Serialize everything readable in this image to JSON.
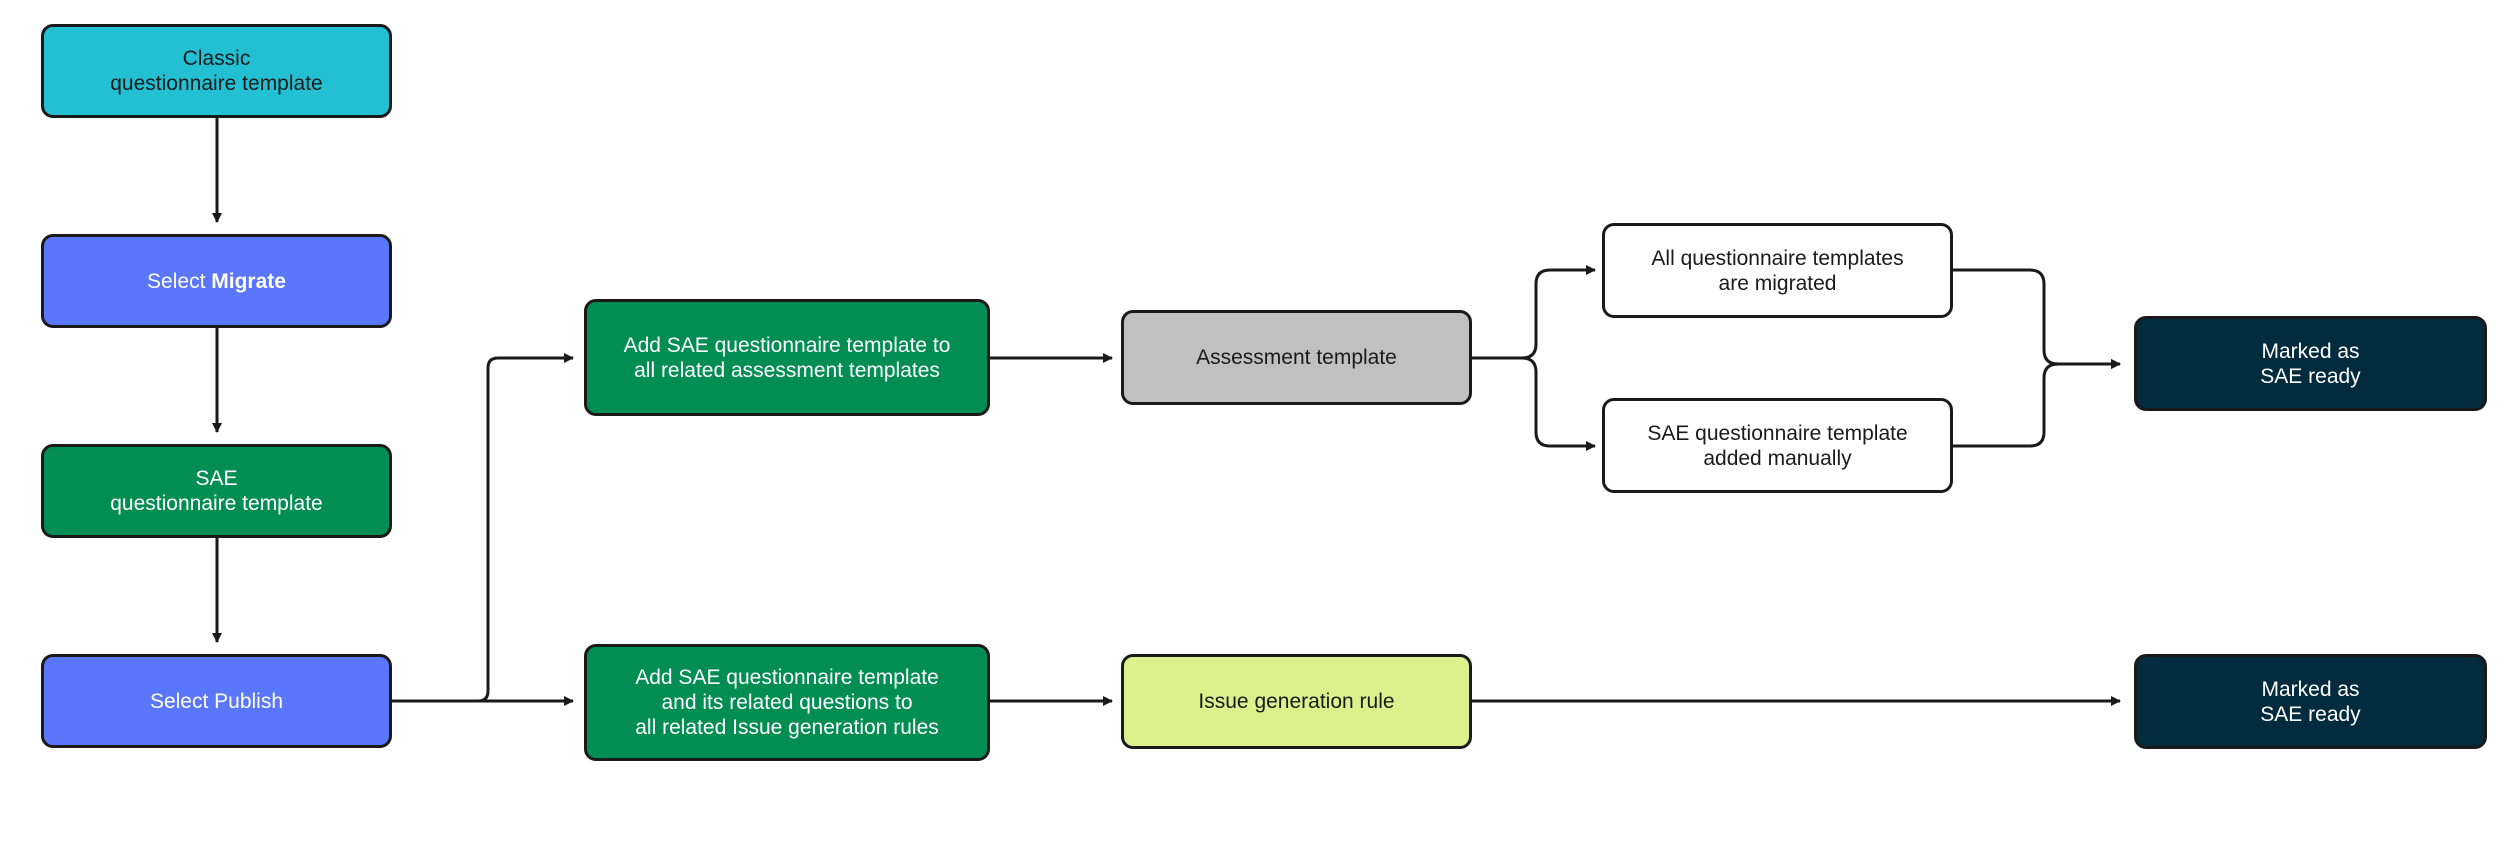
{
  "colors": {
    "teal": "#22c0d2",
    "blue": "#5a76fb",
    "green": "#028d52",
    "gray": "#c0c0c0",
    "lime": "#def08c",
    "navy": "#022b3e",
    "white": "#ffffff",
    "stroke": "#1a1a1a"
  },
  "nodes": {
    "classic": {
      "text": "Classic\nquestionnaire template"
    },
    "migrate": {
      "prefix": "Select ",
      "bold": "Migrate"
    },
    "sae_template": {
      "text": "SAE\nquestionnaire template"
    },
    "publish": {
      "text": "Select Publish"
    },
    "add_assessment": {
      "text": "Add SAE questionnaire template to\nall related assessment templates"
    },
    "add_issue": {
      "text": "Add SAE questionnaire template\nand its related questions to\nall related Issue generation rules"
    },
    "assessment": {
      "text": "Assessment template"
    },
    "issue_rule": {
      "text": "Issue generation rule"
    },
    "all_migrated": {
      "text": "All questionnaire templates\nare  migrated"
    },
    "added_manually": {
      "text": "SAE questionnaire template\nadded manually"
    },
    "sae_ready_1": {
      "text": "Marked as\nSAE ready"
    },
    "sae_ready_2": {
      "text": "Marked as\nSAE ready"
    }
  }
}
